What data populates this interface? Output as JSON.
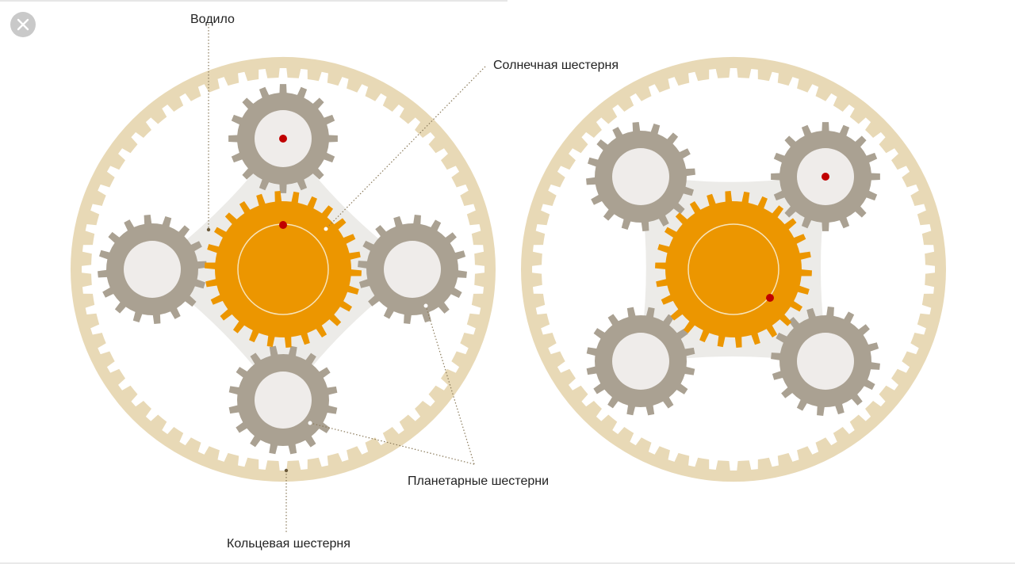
{
  "labels": {
    "carrier": "Водило",
    "sun_gear": "Солнечная шестерня",
    "planet_gears": "Планетарные шестерни",
    "ring_gear": "Кольцевая шестерня"
  },
  "icons": {
    "close": "close-icon"
  },
  "colors": {
    "ring": "#e8d9b6",
    "planet": "#aaa192",
    "planet_hub": "#efecea",
    "sun": "#ec9600",
    "carrier": "#ecebe8",
    "marker": "#c00000",
    "leader": "#8a7a5a"
  }
}
